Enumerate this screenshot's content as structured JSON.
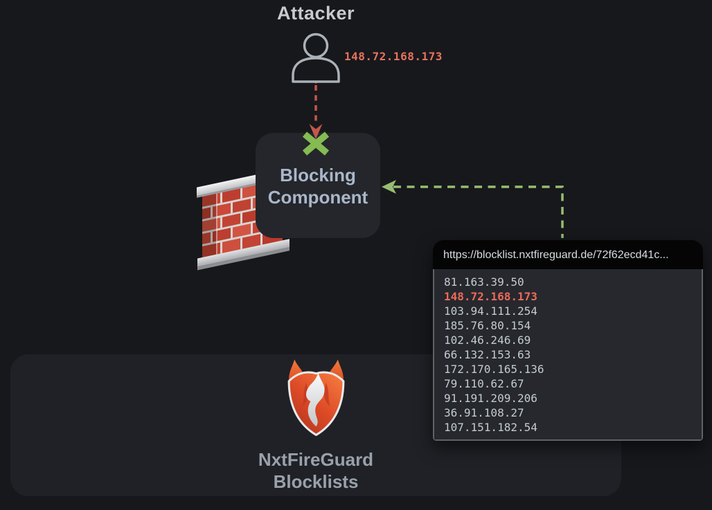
{
  "attacker": {
    "title": "Attacker",
    "ip": "148.72.168.173"
  },
  "blocking_component": {
    "label": "Blocking Component"
  },
  "blocklist_window": {
    "url": "https://blocklist.nxtfireguard.de/72f62ecd41c...",
    "highlighted_ip": "148.72.168.173",
    "ips": [
      "81.163.39.50",
      "148.72.168.173",
      "103.94.111.254",
      "185.76.80.154",
      "102.46.246.69",
      "66.132.153.63",
      "172.170.165.136",
      "79.110.62.67",
      "91.191.209.206",
      "36.91.108.27",
      "107.151.182.54"
    ]
  },
  "provider": {
    "line1": "NxtFireGuard",
    "line2": "Blocklists"
  },
  "icons": {
    "attacker": "person-outline-icon",
    "firewall": "brick-firewall-icon",
    "blocked": "green-x-icon",
    "logo": "flame-shield-logo",
    "attack_arrow": "red-dashed-arrow-down",
    "feed_arrow": "green-dashed-arrow-left"
  },
  "colors": {
    "background": "#17181c",
    "panel": "#1f2126",
    "card": "#24262b",
    "window_body": "#26282d",
    "window_header": "#050506",
    "accent_red": "#e8735e",
    "arrow_red": "#c4564b",
    "arrow_green": "#97bd72",
    "cross_green": "#84bb53",
    "text_grey": "#c9cacd",
    "card_text": "#aab7c9"
  }
}
